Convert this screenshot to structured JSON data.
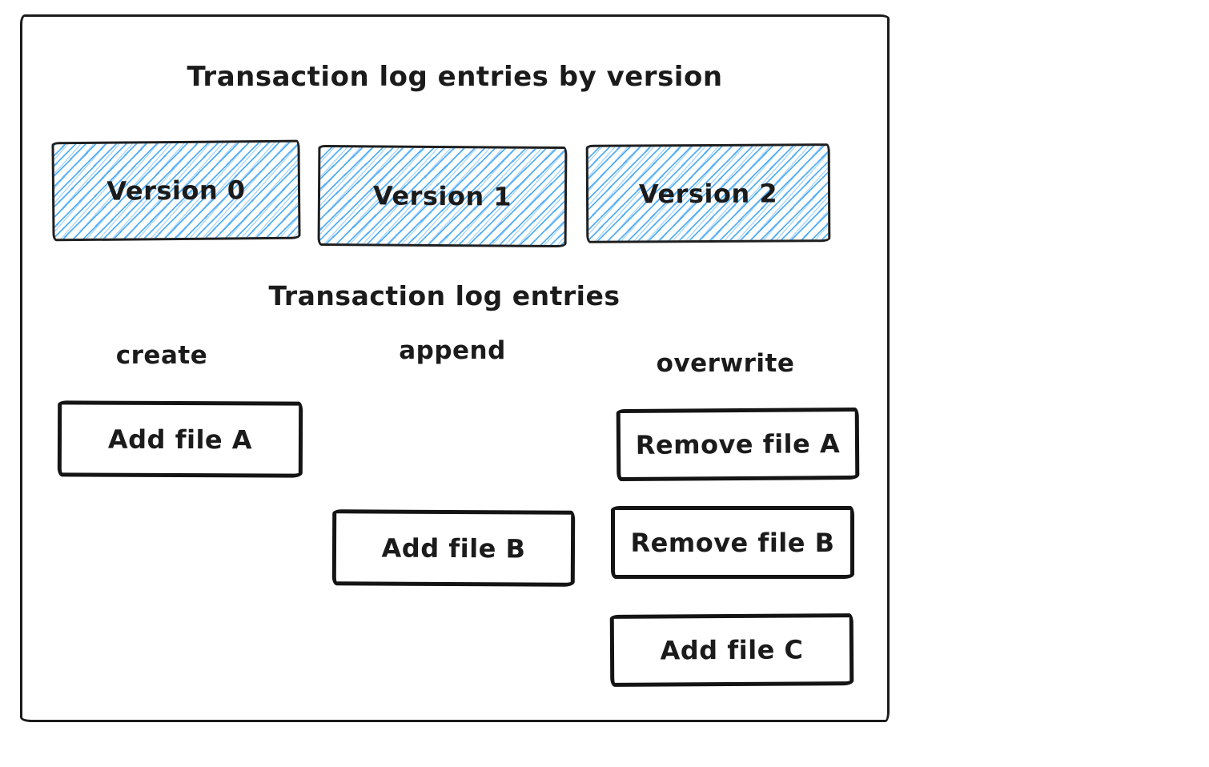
{
  "colors": {
    "background": "#ffffff",
    "ink_stroke": "#1b1b1b",
    "hatch_blue": "#4dabf7"
  },
  "diagram": {
    "title": "Transaction log entries by version",
    "subtitle": "Transaction log entries",
    "versions": [
      {
        "label": "Version 0"
      },
      {
        "label": "Version 1"
      },
      {
        "label": "Version 2"
      }
    ],
    "columns": [
      {
        "label": "create"
      },
      {
        "label": "append"
      },
      {
        "label": "overwrite"
      }
    ],
    "entries": [
      {
        "column": "create",
        "label": "Add file A"
      },
      {
        "column": "append",
        "label": "Add file B"
      },
      {
        "column": "overwrite",
        "label": "Remove file A"
      },
      {
        "column": "overwrite",
        "label": "Remove file B"
      },
      {
        "column": "overwrite",
        "label": "Add file C"
      }
    ]
  }
}
